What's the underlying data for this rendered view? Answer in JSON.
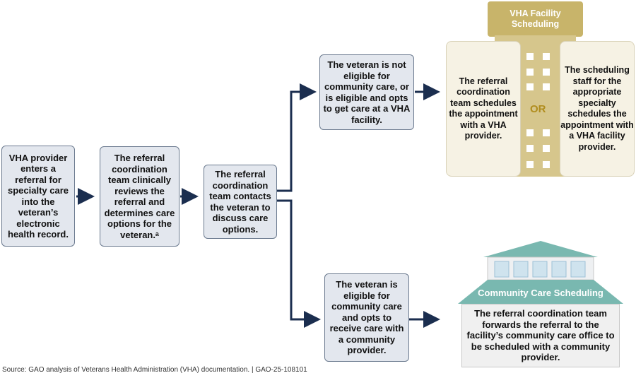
{
  "steps": {
    "step1": "VHA provider enters a referral for specialty care into the veteran’s electronic health record.",
    "step2": "The referral coordination team clinically reviews the referral and determines care options for the veteran.ᵃ",
    "step3": "The referral coordination team contacts the veteran to discuss care options.",
    "branch_vha": "The veteran is not eligible for community care, or is eligible and opts to get care at a VHA facility.",
    "branch_community": "The veteran is eligible for community care and opts to receive care with a community provider."
  },
  "vha_facility": {
    "title": "VHA Facility Scheduling",
    "option_left": "The referral coordination team schedules the appointment with a VHA provider.",
    "or_label": "OR",
    "option_right": "The scheduling staff for the appropriate specialty schedules the appointment with a VHA facility provider."
  },
  "community_care": {
    "title": "Community Care Scheduling",
    "body": "The referral coordination team forwards the referral to the facility’s community care office to be scheduled with a community provider."
  },
  "source": "Source: GAO analysis of Veterans Health Administration (VHA) documentation.  |  GAO-25-108101",
  "colors": {
    "arrow": "#1b2e4f",
    "gold": "#c8b46a",
    "teal": "#79b8b0"
  }
}
